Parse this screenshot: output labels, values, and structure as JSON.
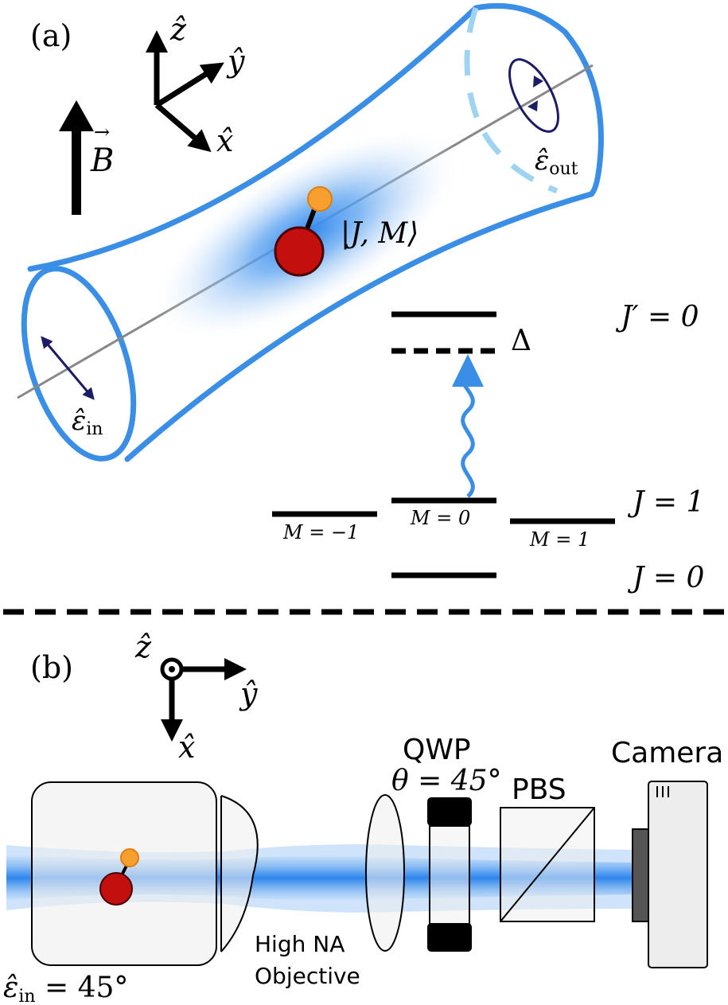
{
  "colors": {
    "beam": "#3b8eea",
    "beam_light": "#a9cdf6",
    "tube": "#3a8ee6",
    "dashed_edge": "#9fd3f2",
    "molecule_big": "#c40f0f",
    "molecule_small": "#f7a030",
    "polarization": "#1c1c66",
    "dark": "#000000",
    "glass": "#efefef"
  },
  "panel_a": {
    "label": "(a)",
    "axes": {
      "z": "ẑ",
      "y": "ŷ",
      "x": "x̂"
    },
    "field": {
      "symbol": "B",
      "accent": "→"
    },
    "state": "|J, M⟩",
    "polarization_in": {
      "base": "ε̂",
      "sub": "in"
    },
    "polarization_out": {
      "base": "ε̂",
      "sub": "out"
    },
    "levels": {
      "excited": "J′ = 0",
      "detuning": "Δ",
      "ground_j1": "J = 1",
      "ground_j0": "J = 0",
      "sublevels": [
        "M = −1",
        "M = 0",
        "M = 1"
      ]
    }
  },
  "panel_b": {
    "label": "(b)",
    "axes": {
      "z": "ẑ",
      "y": "ŷ",
      "x": "x̂"
    },
    "qwp_label": "QWP",
    "qwp_angle": "θ = 45°",
    "pbs_label": "PBS",
    "camera_label": "Camera",
    "objective_line1": "High NA",
    "objective_line2": "Objective",
    "input_pol": {
      "base": "ε̂",
      "sub": "in",
      "value": " = 45°"
    }
  }
}
